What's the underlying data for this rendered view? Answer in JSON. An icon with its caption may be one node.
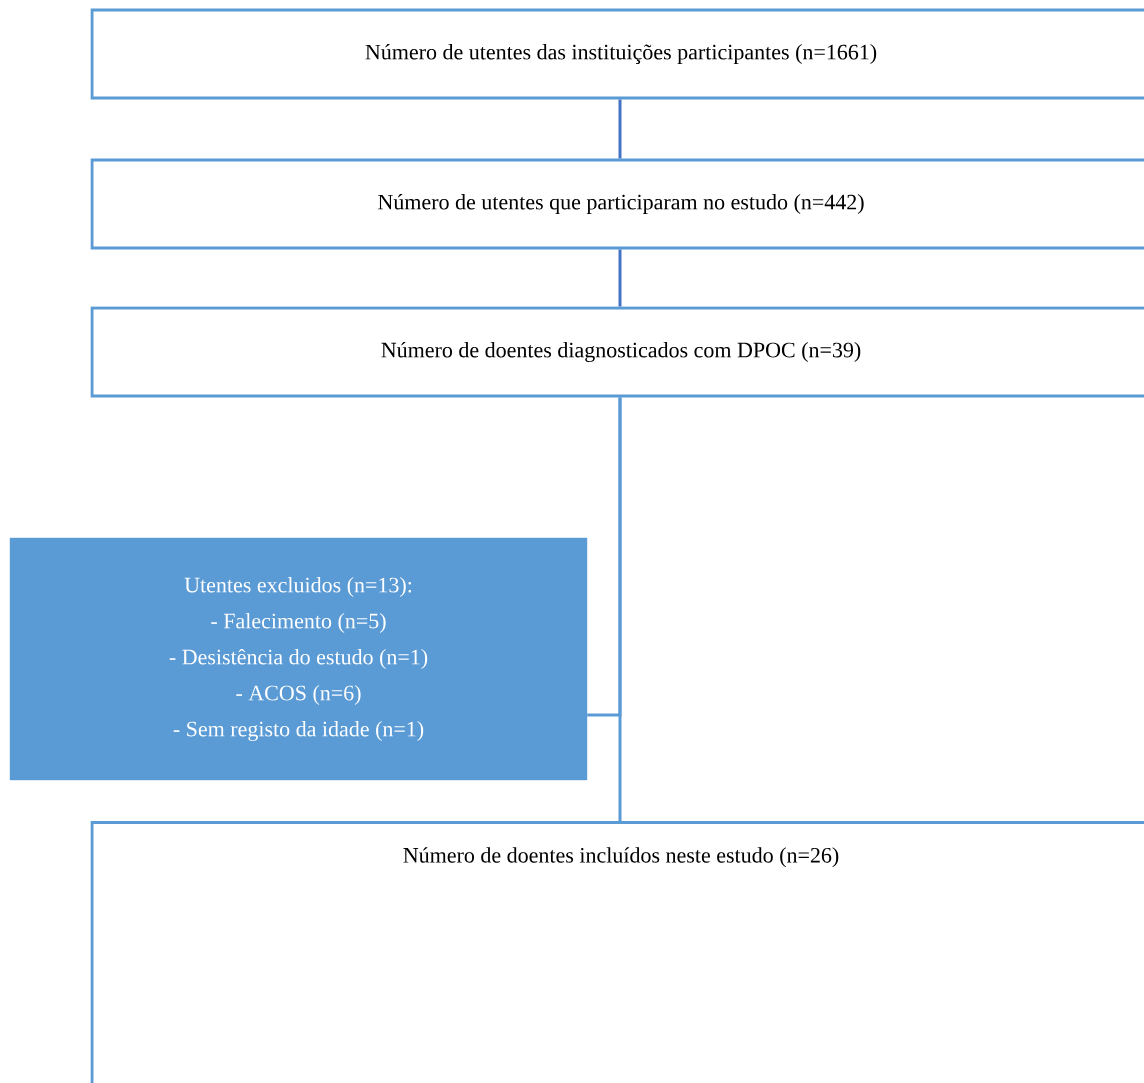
{
  "diagram": {
    "nodes": [
      {
        "text": [
          "Número de utentes das instituições participantes (n=1661)"
        ]
      },
      {
        "text": [
          "Número de utentes que participaram no estudo (n=442)"
        ]
      },
      {
        "text": [
          "Número de doentes diagnosticados com DPOC (n=39)"
        ]
      },
      {
        "text": [
          "Utentes excluidos (n=13):",
          "- Falecimento (n=5)",
          "- Desistência do estudo (n=1)",
          "- ACOS (n=6)",
          "- Sem registo da idade (n=1)"
        ]
      },
      {
        "text": [
          "Número de doentes incluídos neste estudo (n=26)"
        ]
      }
    ],
    "edges": [
      {
        "from": 0,
        "to": 1,
        "arrow": "none",
        "color": "#4472c4"
      },
      {
        "from": 1,
        "to": 2,
        "arrow": "none",
        "color": "#4472c4"
      },
      {
        "from": 2,
        "to": 3,
        "arrow": "none",
        "color": "#5b9bd5"
      },
      {
        "from": 2,
        "to": 4,
        "arrow": "none",
        "color": "#5b9bd5"
      }
    ]
  }
}
